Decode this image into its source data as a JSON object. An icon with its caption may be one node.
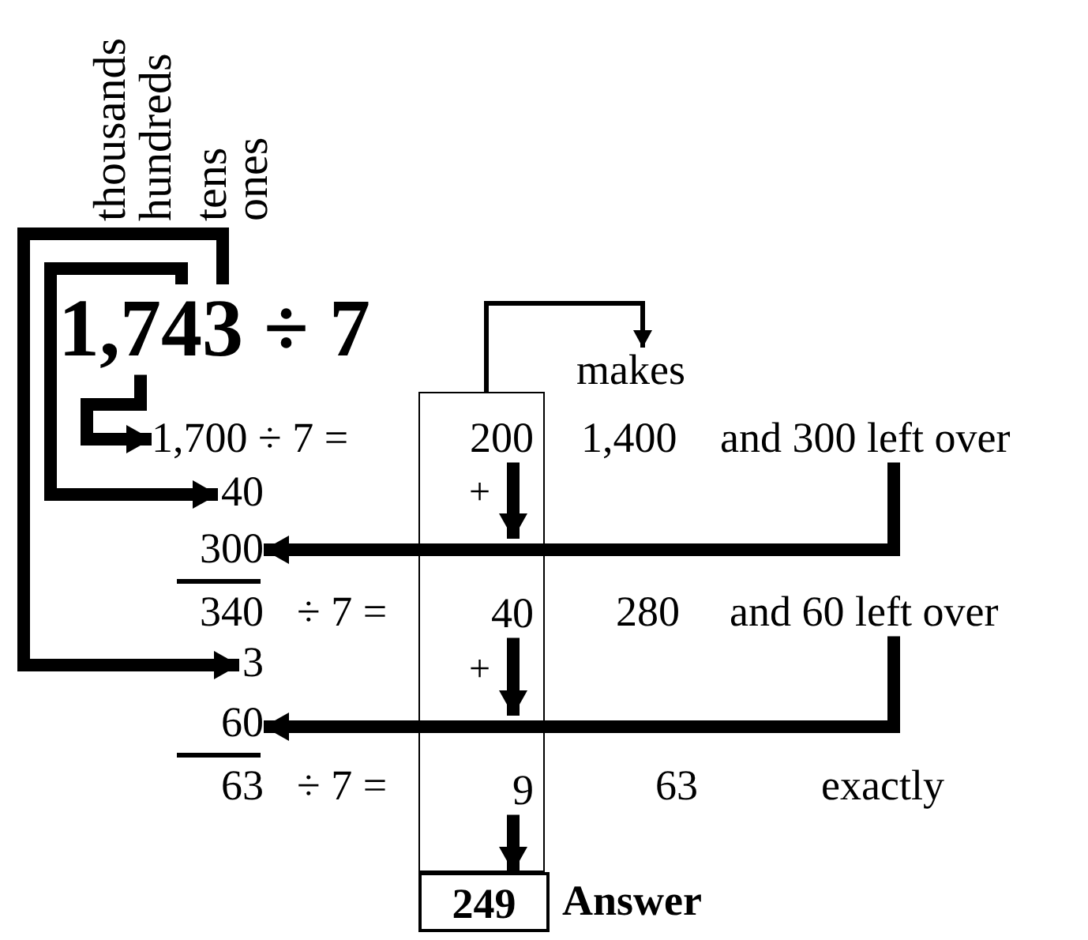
{
  "diagram": {
    "nodes": [
      {
        "text": [
          "1,743 ÷ 7"
        ]
      },
      {
        "text": [
          "1,700 ÷ 7 ="
        ]
      },
      {
        "text": [
          "40"
        ]
      },
      {
        "text": [
          "300"
        ]
      },
      {
        "text": [
          "340"
        ]
      },
      {
        "text": [
          "3"
        ]
      },
      {
        "text": [
          "60"
        ]
      },
      {
        "text": [
          "63"
        ]
      },
      {
        "text": [],
        "shape": "box"
      },
      {
        "text": [
          "200"
        ],
        "in": 8
      },
      {
        "text": [
          "40"
        ],
        "in": 8
      },
      {
        "text": [
          "9"
        ],
        "in": 8
      },
      {
        "text": [
          "249"
        ],
        "beside": [
          "Answer"
        ]
      },
      {
        "text": [
          "makes"
        ]
      },
      {
        "text": [
          "1,400"
        ]
      },
      {
        "text": [
          "and 300 left over"
        ]
      },
      {
        "text": [
          "280"
        ]
      },
      {
        "text": [
          "and 60 left over"
        ]
      },
      {
        "text": [
          "63"
        ]
      },
      {
        "text": [
          "exactly"
        ]
      }
    ],
    "edges": [
      {
        "from": 0,
        "to": 1,
        "arrow": "to"
      },
      {
        "from": 0,
        "to": 2,
        "arrow": "to"
      },
      {
        "from": 0,
        "to": 5,
        "arrow": "to"
      },
      {
        "from": 15,
        "to": 3,
        "arrow": "to"
      },
      {
        "from": 17,
        "to": 6,
        "arrow": "to"
      },
      {
        "from": 9,
        "to": 10,
        "arrow": "to",
        "label": "+"
      },
      {
        "from": 10,
        "to": 11,
        "arrow": "to",
        "label": "+"
      },
      {
        "from": 11,
        "to": 12,
        "arrow": "to"
      },
      {
        "from": 8,
        "to": 13,
        "arrow": "to"
      }
    ],
    "labels": [
      "thousands",
      "hundreds",
      "tens",
      "ones",
      "÷ 7 =",
      "÷ 7 ="
    ]
  }
}
